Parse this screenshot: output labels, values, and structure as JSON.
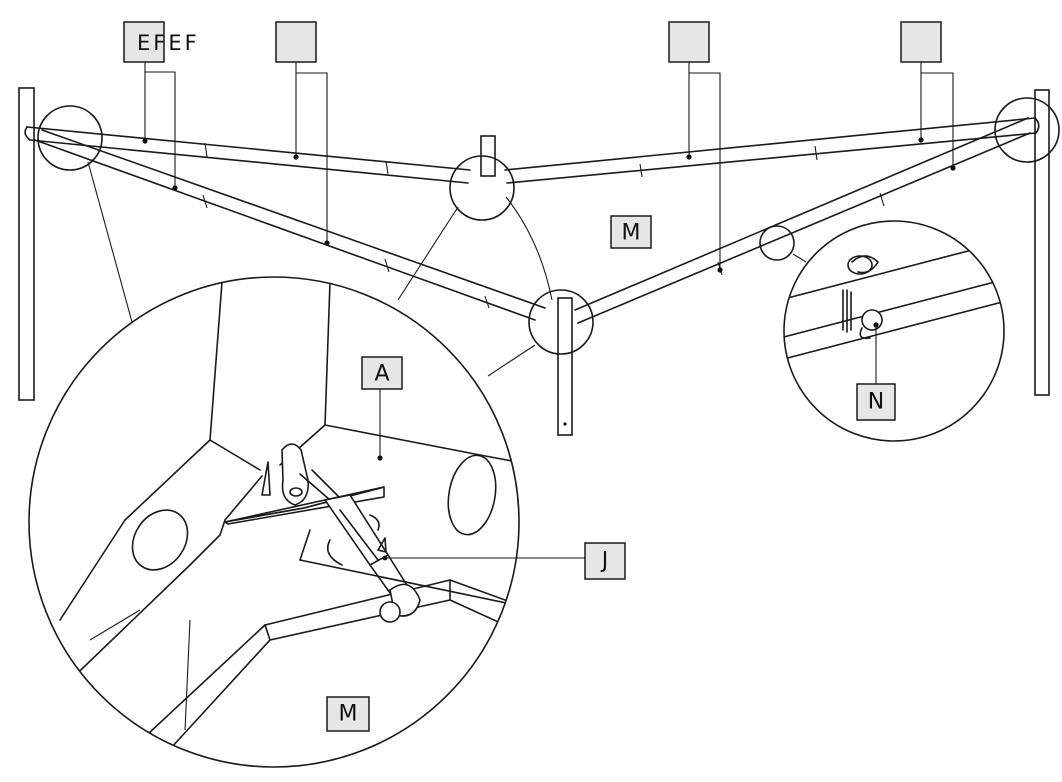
{
  "labels": {
    "top_sequence": "EFEF",
    "callout_1": "",
    "callout_2": "",
    "callout_3": "",
    "callout_4": "",
    "center_panel": "M",
    "bracket": "A",
    "tensioner": "J",
    "detail_panel": "M",
    "pin": "N"
  }
}
